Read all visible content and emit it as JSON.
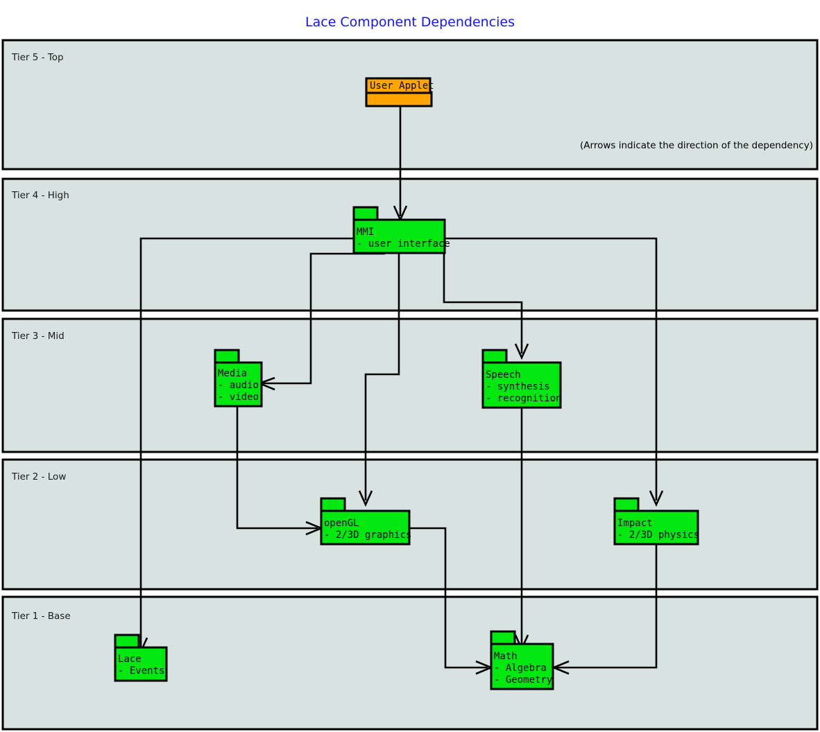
{
  "diagram": {
    "title": "Lace Component Dependencies",
    "title_color": "#1414ff",
    "note": "(Arrows indicate the direction of the dependency)",
    "background_color": "#ffffff",
    "tier_fill_color": "#d7e2e1",
    "tier_stroke_color": "#000000",
    "package_green_color": "#00e810",
    "package_orange_color": "#ffa500",
    "connector_color": "#000000"
  },
  "tiers": [
    {
      "id": "tier-5",
      "label": "Tier 5 - Top"
    },
    {
      "id": "tier-4",
      "label": "Tier 4 - High"
    },
    {
      "id": "tier-3",
      "label": "Tier 3 - Mid"
    },
    {
      "id": "tier-2",
      "label": "Tier 2 - Low"
    },
    {
      "id": "tier-1",
      "label": "Tier 1 - Base"
    }
  ],
  "packages": [
    {
      "id": "user-applet",
      "tier": "Tier 5 - Top",
      "name": "User Applet",
      "details": [],
      "color": "#ffa500",
      "name_in_tab": true
    },
    {
      "id": "mmi",
      "tier": "Tier 4 - High",
      "name": "MMI",
      "details": [
        "- user interface"
      ],
      "color": "#00e810",
      "name_in_tab": false
    },
    {
      "id": "media",
      "tier": "Tier 3 - Mid",
      "name": "Media",
      "details": [
        "- audio",
        "- video"
      ],
      "color": "#00e810",
      "name_in_tab": false
    },
    {
      "id": "speech",
      "tier": "Tier 3 - Mid",
      "name": "Speech",
      "details": [
        "- synthesis",
        "- recognition"
      ],
      "color": "#00e810",
      "name_in_tab": false
    },
    {
      "id": "opengl",
      "tier": "Tier 2 - Low",
      "name": "openGL",
      "details": [
        "- 2/3D graphics"
      ],
      "color": "#00e810",
      "name_in_tab": false
    },
    {
      "id": "impact",
      "tier": "Tier 2 - Low",
      "name": "Impact",
      "details": [
        "- 2/3D physics"
      ],
      "color": "#00e810",
      "name_in_tab": false
    },
    {
      "id": "lace",
      "tier": "Tier 1 - Base",
      "name": "Lace",
      "details": [
        "- Events"
      ],
      "color": "#00e810",
      "name_in_tab": false
    },
    {
      "id": "math",
      "tier": "Tier 1 - Base",
      "name": "Math",
      "details": [
        "- Algebra",
        "- Geometry"
      ],
      "color": "#00e810",
      "name_in_tab": false
    }
  ],
  "dependencies": [
    {
      "from": "User Applet",
      "to": "MMI"
    },
    {
      "from": "MMI",
      "to": "Lace"
    },
    {
      "from": "MMI",
      "to": "Media"
    },
    {
      "from": "MMI",
      "to": "openGL"
    },
    {
      "from": "MMI",
      "to": "Speech"
    },
    {
      "from": "MMI",
      "to": "Impact"
    },
    {
      "from": "Media",
      "to": "openGL"
    },
    {
      "from": "Speech",
      "to": "Math"
    },
    {
      "from": "openGL",
      "to": "Math"
    },
    {
      "from": "Impact",
      "to": "Math"
    }
  ]
}
